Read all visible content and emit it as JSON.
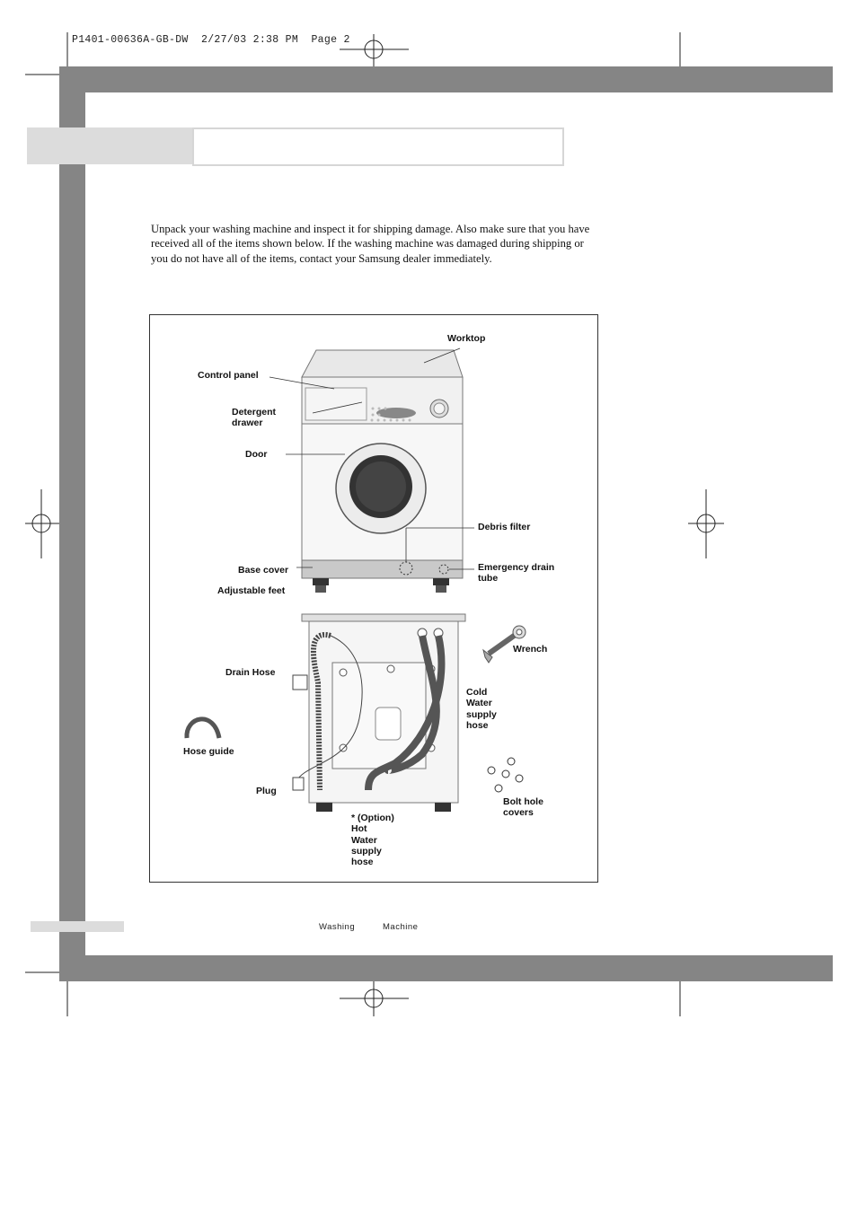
{
  "slug": {
    "job": "P1401-00636A-GB-DW",
    "date": "2/27/03",
    "time": "2:38 PM",
    "page_label": "Page",
    "page_number": "2"
  },
  "intro_text": "Unpack your washing machine and inspect it for shipping damage.  Also make sure that you have received all of the items shown below.  If the washing machine was damaged during shipping or you do not have all of the items, contact your Samsung dealer immediately.",
  "figure_labels": {
    "worktop": "Worktop",
    "control_panel": "Control panel",
    "detergent_drawer": "Detergent\ndrawer",
    "door": "Door",
    "debris_filter": "Debris filter",
    "base_cover": "Base cover",
    "emergency_drain_tube": "Emergency drain\ntube",
    "adjustable_feet": "Adjustable feet",
    "wrench": "Wrench",
    "drain_hose": "Drain Hose",
    "cold_water_supply_hose": "Cold\nWater\nsupply\nhose",
    "hose_guide": "Hose guide",
    "plug": "Plug",
    "bolt_hole_covers": "Bolt hole\ncovers",
    "hot_water_supply_hose": "* (Option)\nHot\nWater\nsupply\nhose"
  },
  "footer": {
    "word1": "Washing",
    "word2": "Machine"
  }
}
